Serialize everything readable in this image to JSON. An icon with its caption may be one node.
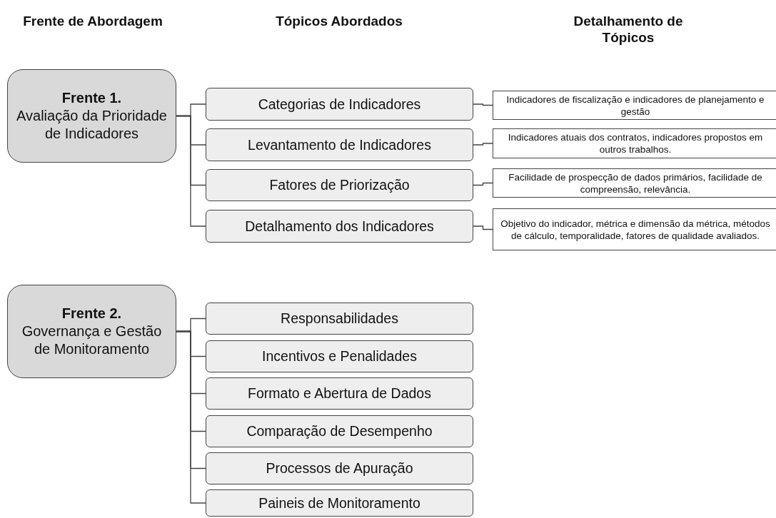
{
  "diagram": {
    "nodes": [
      {
        "text": [
          "Frente 1.",
          "Avaliação da Prioridade de Indicadores"
        ]
      },
      {
        "text": [
          "Categorias de Indicadores"
        ]
      },
      {
        "text": [
          "Levantamento de Indicadores"
        ]
      },
      {
        "text": [
          "Fatores de Priorização"
        ]
      },
      {
        "text": [
          "Detalhamento dos Indicadores"
        ]
      },
      {
        "text": [
          "Indicadores de fiscalização e indicadores de planejamento e gestão"
        ]
      },
      {
        "text": [
          "Indicadores atuais dos contratos, indicadores propostos em outros trabalhos."
        ]
      },
      {
        "text": [
          "Facilidade de prospecção de dados primários, facilidade de compreensão, relevância."
        ]
      },
      {
        "text": [
          "Objetivo do indicador, métrica e dimensão da métrica, métodos de cálculo, temporalidade, fatores de qualidade avaliados."
        ]
      },
      {
        "text": [
          "Frente 2.",
          "Governança e Gestão de Monitoramento"
        ]
      },
      {
        "text": [
          "Responsabilidades"
        ]
      },
      {
        "text": [
          "Incentivos e Penalidades"
        ]
      },
      {
        "text": [
          "Formato e Abertura de Dados"
        ]
      },
      {
        "text": [
          "Comparação de Desempenho"
        ]
      },
      {
        "text": [
          "Processos de Apuração"
        ]
      },
      {
        "text": [
          "Paineis de Monitoramento"
        ]
      }
    ],
    "edges": [
      {
        "from": 0,
        "to": 1,
        "arrow": "none"
      },
      {
        "from": 0,
        "to": 2,
        "arrow": "none"
      },
      {
        "from": 0,
        "to": 3,
        "arrow": "none"
      },
      {
        "from": 0,
        "to": 4,
        "arrow": "none"
      },
      {
        "from": 1,
        "to": 5,
        "arrow": "none"
      },
      {
        "from": 2,
        "to": 6,
        "arrow": "none"
      },
      {
        "from": 3,
        "to": 7,
        "arrow": "none"
      },
      {
        "from": 4,
        "to": 8,
        "arrow": "none"
      },
      {
        "from": 9,
        "to": 10,
        "arrow": "none"
      },
      {
        "from": 9,
        "to": 11,
        "arrow": "none"
      },
      {
        "from": 9,
        "to": 12,
        "arrow": "none"
      },
      {
        "from": 9,
        "to": 13,
        "arrow": "none"
      },
      {
        "from": 9,
        "to": 14,
        "arrow": "none"
      },
      {
        "from": 9,
        "to": 15,
        "arrow": "none"
      }
    ],
    "labels": [
      "Frente de Abordagem",
      "Tópicos Abordados",
      "Detalhamento de Tópicos"
    ]
  }
}
